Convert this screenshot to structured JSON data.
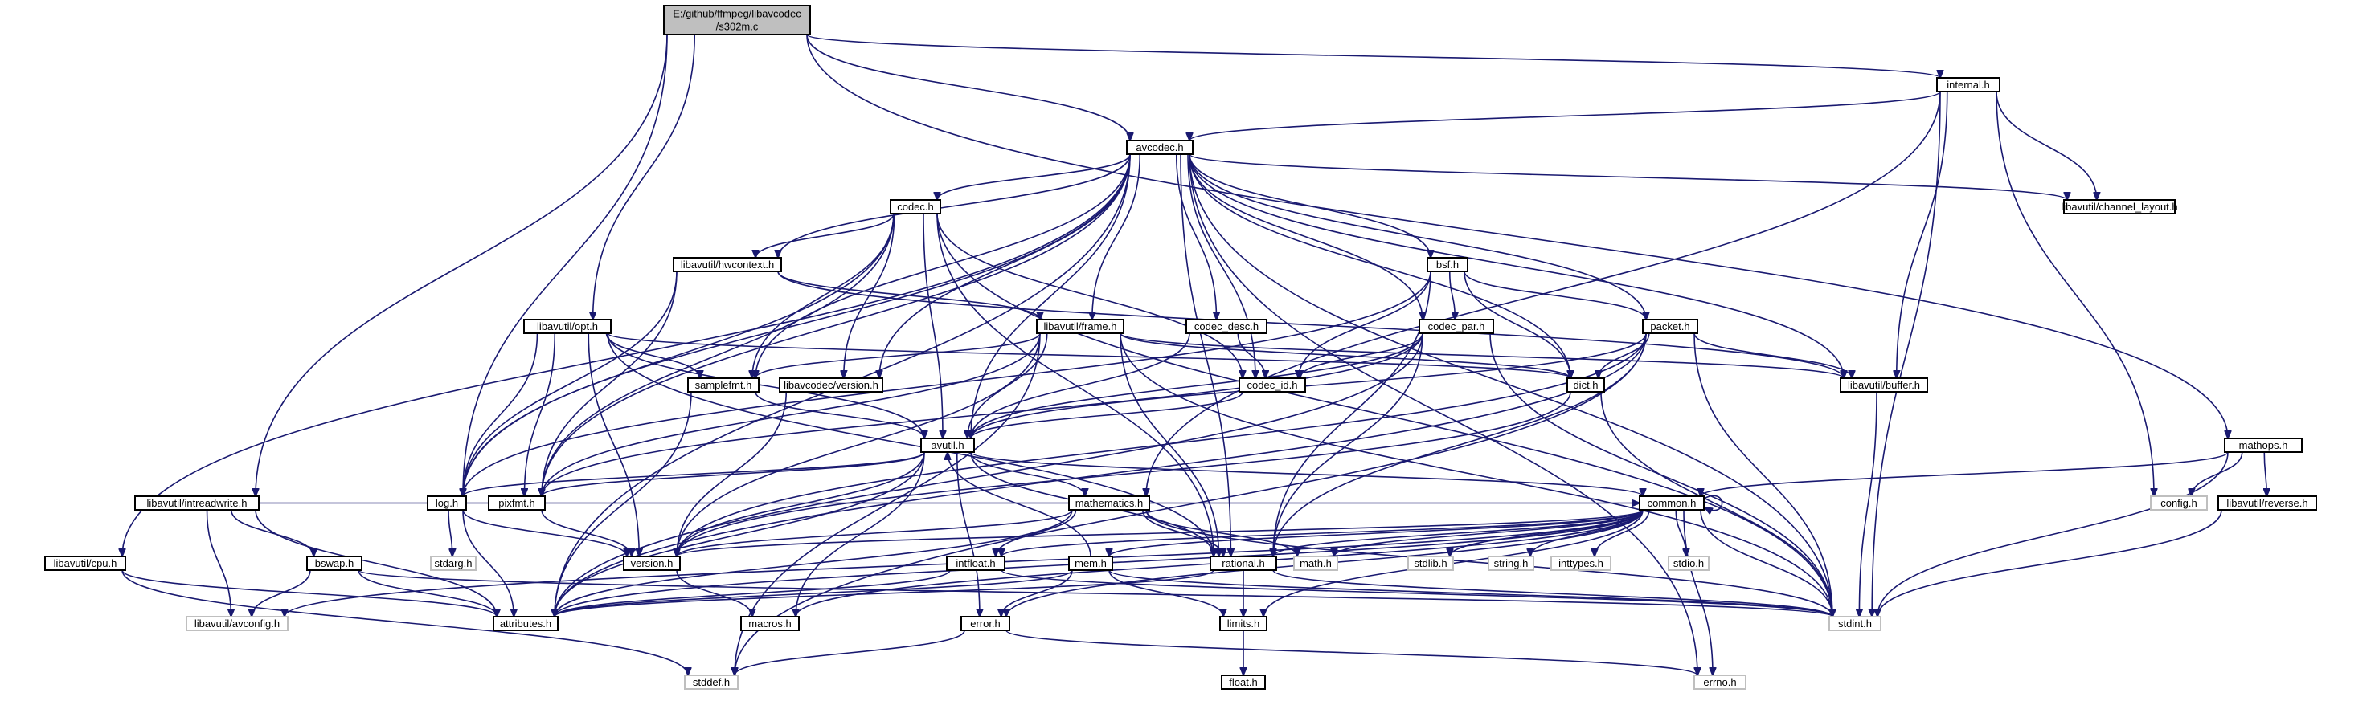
{
  "diagram": {
    "nodes": [
      {
        "id": "root",
        "lines": [
          "E:/github/ffmpeg/libavcodec",
          "/s302m.c"
        ],
        "kind": "root"
      },
      {
        "id": "internal",
        "lines": [
          "internal.h"
        ],
        "kind": "doc"
      },
      {
        "id": "avcodec",
        "lines": [
          "avcodec.h"
        ],
        "kind": "doc"
      },
      {
        "id": "codec",
        "lines": [
          "codec.h"
        ],
        "kind": "doc"
      },
      {
        "id": "channel_layout",
        "lines": [
          "libavutil/channel_layout.h"
        ],
        "kind": "doc"
      },
      {
        "id": "hwcontext",
        "lines": [
          "libavutil/hwcontext.h"
        ],
        "kind": "doc"
      },
      {
        "id": "bsf",
        "lines": [
          "bsf.h"
        ],
        "kind": "doc"
      },
      {
        "id": "opt",
        "lines": [
          "libavutil/opt.h"
        ],
        "kind": "doc"
      },
      {
        "id": "frame",
        "lines": [
          "libavutil/frame.h"
        ],
        "kind": "doc"
      },
      {
        "id": "codec_desc",
        "lines": [
          "codec_desc.h"
        ],
        "kind": "doc"
      },
      {
        "id": "codec_par",
        "lines": [
          "codec_par.h"
        ],
        "kind": "doc"
      },
      {
        "id": "packet",
        "lines": [
          "packet.h"
        ],
        "kind": "doc"
      },
      {
        "id": "samplefmt",
        "lines": [
          "samplefmt.h"
        ],
        "kind": "doc"
      },
      {
        "id": "version_lavc",
        "lines": [
          "libavcodec/version.h"
        ],
        "kind": "doc"
      },
      {
        "id": "codec_id",
        "lines": [
          "codec_id.h"
        ],
        "kind": "doc"
      },
      {
        "id": "dict",
        "lines": [
          "dict.h"
        ],
        "kind": "doc"
      },
      {
        "id": "buffer",
        "lines": [
          "libavutil/buffer.h"
        ],
        "kind": "doc"
      },
      {
        "id": "avutil",
        "lines": [
          "avutil.h"
        ],
        "kind": "doc"
      },
      {
        "id": "mathops",
        "lines": [
          "mathops.h"
        ],
        "kind": "doc"
      },
      {
        "id": "intreadwrite",
        "lines": [
          "libavutil/intreadwrite.h"
        ],
        "kind": "doc"
      },
      {
        "id": "mathematics",
        "lines": [
          "mathematics.h"
        ],
        "kind": "doc"
      },
      {
        "id": "log",
        "lines": [
          "log.h"
        ],
        "kind": "doc"
      },
      {
        "id": "pixfmt",
        "lines": [
          "pixfmt.h"
        ],
        "kind": "doc"
      },
      {
        "id": "common",
        "lines": [
          "common.h"
        ],
        "kind": "doc"
      },
      {
        "id": "config",
        "lines": [
          "config.h"
        ],
        "kind": "sys"
      },
      {
        "id": "reverse",
        "lines": [
          "libavutil/reverse.h"
        ],
        "kind": "doc"
      },
      {
        "id": "cpu",
        "lines": [
          "libavutil/cpu.h"
        ],
        "kind": "doc"
      },
      {
        "id": "bswap",
        "lines": [
          "bswap.h"
        ],
        "kind": "doc"
      },
      {
        "id": "stdarg",
        "lines": [
          "stdarg.h"
        ],
        "kind": "sys"
      },
      {
        "id": "version_lavu",
        "lines": [
          "version.h"
        ],
        "kind": "doc"
      },
      {
        "id": "intfloat",
        "lines": [
          "intfloat.h"
        ],
        "kind": "doc"
      },
      {
        "id": "mem",
        "lines": [
          "mem.h"
        ],
        "kind": "doc"
      },
      {
        "id": "rational",
        "lines": [
          "rational.h"
        ],
        "kind": "doc"
      },
      {
        "id": "math",
        "lines": [
          "math.h"
        ],
        "kind": "sys"
      },
      {
        "id": "stdlib",
        "lines": [
          "stdlib.h"
        ],
        "kind": "sys"
      },
      {
        "id": "string",
        "lines": [
          "string.h"
        ],
        "kind": "sys"
      },
      {
        "id": "inttypes",
        "lines": [
          "inttypes.h"
        ],
        "kind": "sys"
      },
      {
        "id": "stdio",
        "lines": [
          "stdio.h"
        ],
        "kind": "sys"
      },
      {
        "id": "avconfig",
        "lines": [
          "libavutil/avconfig.h"
        ],
        "kind": "sys"
      },
      {
        "id": "attributes",
        "lines": [
          "attributes.h"
        ],
        "kind": "doc"
      },
      {
        "id": "macros",
        "lines": [
          "macros.h"
        ],
        "kind": "doc"
      },
      {
        "id": "error",
        "lines": [
          "error.h"
        ],
        "kind": "doc"
      },
      {
        "id": "limits",
        "lines": [
          "limits.h"
        ],
        "kind": "doc"
      },
      {
        "id": "stdint",
        "lines": [
          "stdint.h"
        ],
        "kind": "sys"
      },
      {
        "id": "float",
        "lines": [
          "float.h"
        ],
        "kind": "doc"
      },
      {
        "id": "stddef",
        "lines": [
          "stddef.h"
        ],
        "kind": "sys"
      },
      {
        "id": "errno",
        "lines": [
          "errno.h"
        ],
        "kind": "sys"
      }
    ],
    "edges": [
      [
        "root",
        "internal"
      ],
      [
        "root",
        "avcodec"
      ],
      [
        "root",
        "opt"
      ],
      [
        "root",
        "intreadwrite"
      ],
      [
        "root",
        "log"
      ],
      [
        "root",
        "mathops"
      ],
      [
        "internal",
        "avcodec"
      ],
      [
        "internal",
        "channel_layout"
      ],
      [
        "internal",
        "buffer"
      ],
      [
        "internal",
        "mathematics"
      ],
      [
        "internal",
        "config"
      ],
      [
        "internal",
        "stdint"
      ],
      [
        "avcodec",
        "codec"
      ],
      [
        "avcodec",
        "hwcontext"
      ],
      [
        "avcodec",
        "frame"
      ],
      [
        "avcodec",
        "codec_desc"
      ],
      [
        "avcodec",
        "codec_par"
      ],
      [
        "avcodec",
        "bsf"
      ],
      [
        "avcodec",
        "packet"
      ],
      [
        "avcodec",
        "samplefmt"
      ],
      [
        "avcodec",
        "version_lavc"
      ],
      [
        "avcodec",
        "codec_id"
      ],
      [
        "avcodec",
        "dict"
      ],
      [
        "avcodec",
        "buffer"
      ],
      [
        "avcodec",
        "avutil"
      ],
      [
        "avcodec",
        "channel_layout"
      ],
      [
        "avcodec",
        "log"
      ],
      [
        "avcodec",
        "pixfmt"
      ],
      [
        "avcodec",
        "rational"
      ],
      [
        "avcodec",
        "attributes"
      ],
      [
        "avcodec",
        "cpu"
      ],
      [
        "avcodec",
        "errno"
      ],
      [
        "avcodec",
        "stdint"
      ],
      [
        "codec",
        "hwcontext"
      ],
      [
        "codec",
        "samplefmt"
      ],
      [
        "codec",
        "version_lavc"
      ],
      [
        "codec",
        "codec_id"
      ],
      [
        "codec",
        "avutil"
      ],
      [
        "codec",
        "log"
      ],
      [
        "codec",
        "pixfmt"
      ],
      [
        "codec",
        "rational"
      ],
      [
        "codec",
        "stdint"
      ],
      [
        "hwcontext",
        "buffer"
      ],
      [
        "hwcontext",
        "frame"
      ],
      [
        "hwcontext",
        "log"
      ],
      [
        "hwcontext",
        "pixfmt"
      ],
      [
        "bsf",
        "codec_par"
      ],
      [
        "bsf",
        "codec_id"
      ],
      [
        "bsf",
        "dict"
      ],
      [
        "bsf",
        "packet"
      ],
      [
        "bsf",
        "log"
      ],
      [
        "bsf",
        "rational"
      ],
      [
        "opt",
        "samplefmt"
      ],
      [
        "opt",
        "dict"
      ],
      [
        "opt",
        "log"
      ],
      [
        "opt",
        "pixfmt"
      ],
      [
        "opt",
        "rational"
      ],
      [
        "opt",
        "version_lavu"
      ],
      [
        "opt",
        "avutil"
      ],
      [
        "frame",
        "samplefmt"
      ],
      [
        "frame",
        "buffer"
      ],
      [
        "frame",
        "dict"
      ],
      [
        "frame",
        "avutil"
      ],
      [
        "frame",
        "pixfmt"
      ],
      [
        "frame",
        "rational"
      ],
      [
        "frame",
        "version_lavu"
      ],
      [
        "frame",
        "stdint"
      ],
      [
        "frame",
        "stddef"
      ],
      [
        "codec_desc",
        "codec_id"
      ],
      [
        "codec_desc",
        "avutil"
      ],
      [
        "codec_par",
        "codec_id"
      ],
      [
        "codec_par",
        "avutil"
      ],
      [
        "codec_par",
        "pixfmt"
      ],
      [
        "codec_par",
        "rational"
      ],
      [
        "codec_par",
        "stdint"
      ],
      [
        "codec_par",
        "attributes"
      ],
      [
        "packet",
        "buffer"
      ],
      [
        "packet",
        "dict"
      ],
      [
        "packet",
        "avutil"
      ],
      [
        "packet",
        "rational"
      ],
      [
        "packet",
        "stddef"
      ],
      [
        "packet",
        "stdint"
      ],
      [
        "packet",
        "attributes"
      ],
      [
        "packet",
        "version_lavu"
      ],
      [
        "samplefmt",
        "avutil"
      ],
      [
        "samplefmt",
        "attributes"
      ],
      [
        "version_lavc",
        "version_lavu"
      ],
      [
        "codec_id",
        "avutil"
      ],
      [
        "dict",
        "stdint"
      ],
      [
        "dict",
        "version_lavu"
      ],
      [
        "buffer",
        "stdint"
      ],
      [
        "avutil",
        "log"
      ],
      [
        "avutil",
        "pixfmt"
      ],
      [
        "avutil",
        "common"
      ],
      [
        "avutil",
        "mathematics"
      ],
      [
        "avutil",
        "rational"
      ],
      [
        "avutil",
        "version_lavu"
      ],
      [
        "avutil",
        "macros"
      ],
      [
        "avutil",
        "error"
      ],
      [
        "avutil",
        "attributes"
      ],
      [
        "mathops",
        "config"
      ],
      [
        "mathops",
        "reverse"
      ],
      [
        "mathops",
        "common"
      ],
      [
        "mathops",
        "stdint"
      ],
      [
        "intreadwrite",
        "bswap"
      ],
      [
        "intreadwrite",
        "avconfig"
      ],
      [
        "intreadwrite",
        "attributes"
      ],
      [
        "intreadwrite",
        "common"
      ],
      [
        "mathematics",
        "intfloat"
      ],
      [
        "mathematics",
        "rational"
      ],
      [
        "mathematics",
        "attributes"
      ],
      [
        "mathematics",
        "math"
      ],
      [
        "mathematics",
        "stdint"
      ],
      [
        "mathematics",
        "version_lavu"
      ],
      [
        "log",
        "stdarg"
      ],
      [
        "log",
        "attributes"
      ],
      [
        "log",
        "version_lavu"
      ],
      [
        "pixfmt",
        "version_lavu"
      ],
      [
        "common",
        "common"
      ],
      [
        "common",
        "attributes"
      ],
      [
        "common",
        "version_lavu"
      ],
      [
        "common",
        "mem"
      ],
      [
        "common",
        "macros"
      ],
      [
        "common",
        "error"
      ],
      [
        "common",
        "rational"
      ],
      [
        "common",
        "math"
      ],
      [
        "common",
        "stdlib"
      ],
      [
        "common",
        "string"
      ],
      [
        "common",
        "inttypes"
      ],
      [
        "common",
        "stdio"
      ],
      [
        "common",
        "stdint"
      ],
      [
        "common",
        "errno"
      ],
      [
        "common",
        "limits"
      ],
      [
        "common",
        "avconfig"
      ],
      [
        "common",
        "intfloat"
      ],
      [
        "reverse",
        "stdint"
      ],
      [
        "cpu",
        "attributes"
      ],
      [
        "cpu",
        "stddef"
      ],
      [
        "bswap",
        "attributes"
      ],
      [
        "bswap",
        "avconfig"
      ],
      [
        "bswap",
        "stdint"
      ],
      [
        "version_lavu",
        "macros"
      ],
      [
        "intfloat",
        "attributes"
      ],
      [
        "intfloat",
        "stdint"
      ],
      [
        "mem",
        "attributes"
      ],
      [
        "mem",
        "error"
      ],
      [
        "mem",
        "limits"
      ],
      [
        "mem",
        "stdint"
      ],
      [
        "mem",
        "avutil"
      ],
      [
        "rational",
        "attributes"
      ],
      [
        "rational",
        "limits"
      ],
      [
        "rational",
        "stdint"
      ],
      [
        "error",
        "errno"
      ],
      [
        "error",
        "stddef"
      ],
      [
        "limits",
        "float"
      ]
    ]
  }
}
